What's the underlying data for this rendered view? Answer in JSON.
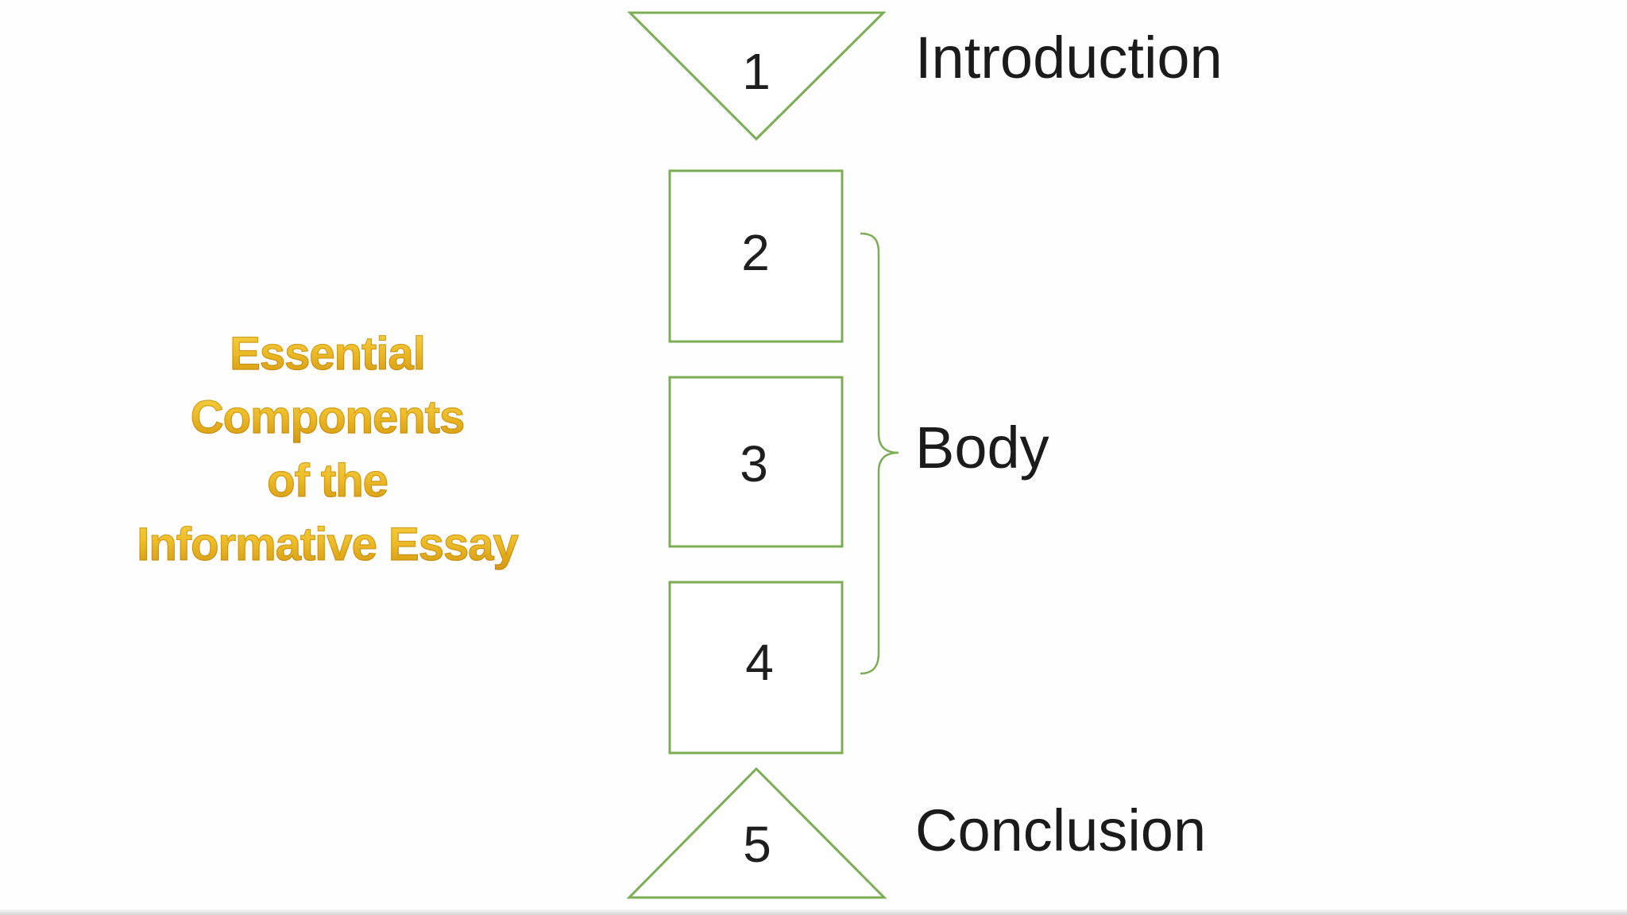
{
  "title": {
    "lines": [
      "Essential",
      "Components",
      "of the",
      "Informative Essay"
    ]
  },
  "diagram": {
    "shapes": [
      {
        "number": "1",
        "type": "inverted-triangle",
        "label": "Introduction"
      },
      {
        "number": "2",
        "type": "square"
      },
      {
        "number": "3",
        "type": "square"
      },
      {
        "number": "4",
        "type": "square"
      },
      {
        "number": "5",
        "type": "triangle",
        "label": "Conclusion"
      }
    ],
    "group_label": "Body",
    "group_members": [
      "2",
      "3",
      "4"
    ]
  },
  "colors": {
    "shape_outline": "#7CAD55",
    "title_gold": "#E2A414",
    "label_text": "#1B1B1B"
  }
}
